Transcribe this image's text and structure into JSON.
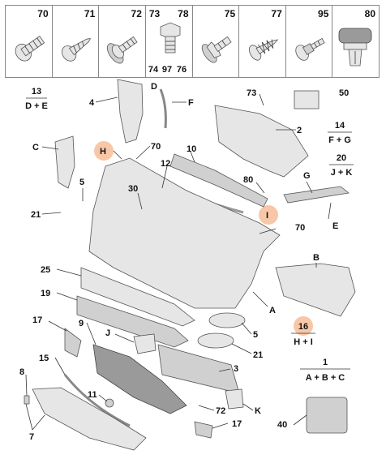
{
  "fasteners": [
    {
      "label": "70",
      "icon": "bolt-flange-icon"
    },
    {
      "label": "71",
      "icon": "screw-coarse-icon"
    },
    {
      "label": "72",
      "icon": "screw-washer-icon"
    },
    {
      "label": "73",
      "label2": "74",
      "label3": "97",
      "label4": "76",
      "label5": "78",
      "icon": "hex-bolt-icon"
    },
    {
      "label": "75",
      "icon": "hex-bolt-washer-icon"
    },
    {
      "label": "77",
      "icon": "tapping-screw-icon"
    },
    {
      "label": "95",
      "icon": "stud-bolt-icon"
    },
    {
      "label": "80",
      "icon": "plastic-clip-icon"
    }
  ],
  "callouts": {
    "c13": "13",
    "c13s": "D + E",
    "c14": "14",
    "c14s": "F + G",
    "c20": "20",
    "c20s": "J + K",
    "c16": "16",
    "c16s": "H + I",
    "c1": "1",
    "c1s": "A + B + C",
    "n4": "4",
    "nD": "D",
    "nF": "F",
    "n73": "73",
    "n50": "50",
    "n2": "2",
    "nC": "C",
    "nH": "H",
    "n70a": "70",
    "n10": "10",
    "n12": "12",
    "n80": "80",
    "nG": "G",
    "n5a": "5",
    "n30": "30",
    "n21a": "21",
    "nI": "I",
    "n70b": "70",
    "nE": "E",
    "n25": "25",
    "nB": "B",
    "n19": "19",
    "nA": "A",
    "n17a": "17",
    "n9": "9",
    "nJ": "J",
    "n5b": "5",
    "n21b": "21",
    "n15": "15",
    "n3": "3",
    "n8": "8",
    "n11": "11",
    "nK": "K",
    "n72": "72",
    "n7": "7",
    "n17b": "17",
    "n40": "40"
  },
  "colors": {
    "highlight": "#f6b48a",
    "line": "#333333",
    "part": "#e6e6e6"
  }
}
